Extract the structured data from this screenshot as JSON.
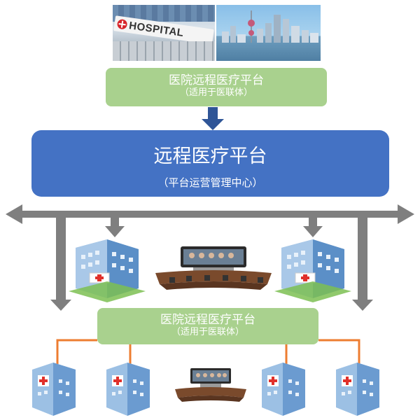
{
  "top_platform": {
    "title": "医院远程医疗平台",
    "subtitle": "（适用于医联体）"
  },
  "central_platform": {
    "title": "远程医疗平台",
    "subtitle": "（平台运营管理中心）"
  },
  "bottom_platform": {
    "title": "医院远程医疗平台",
    "subtitle": "（适用于医联体）"
  },
  "photo_sign": "HOSPITAL",
  "colors": {
    "green_box": "#a9d18e",
    "blue_box": "#4472c4",
    "arrow_blue": "#2f5597",
    "arrow_gray": "#7f7f7f",
    "connector_orange": "#ed7d31"
  }
}
